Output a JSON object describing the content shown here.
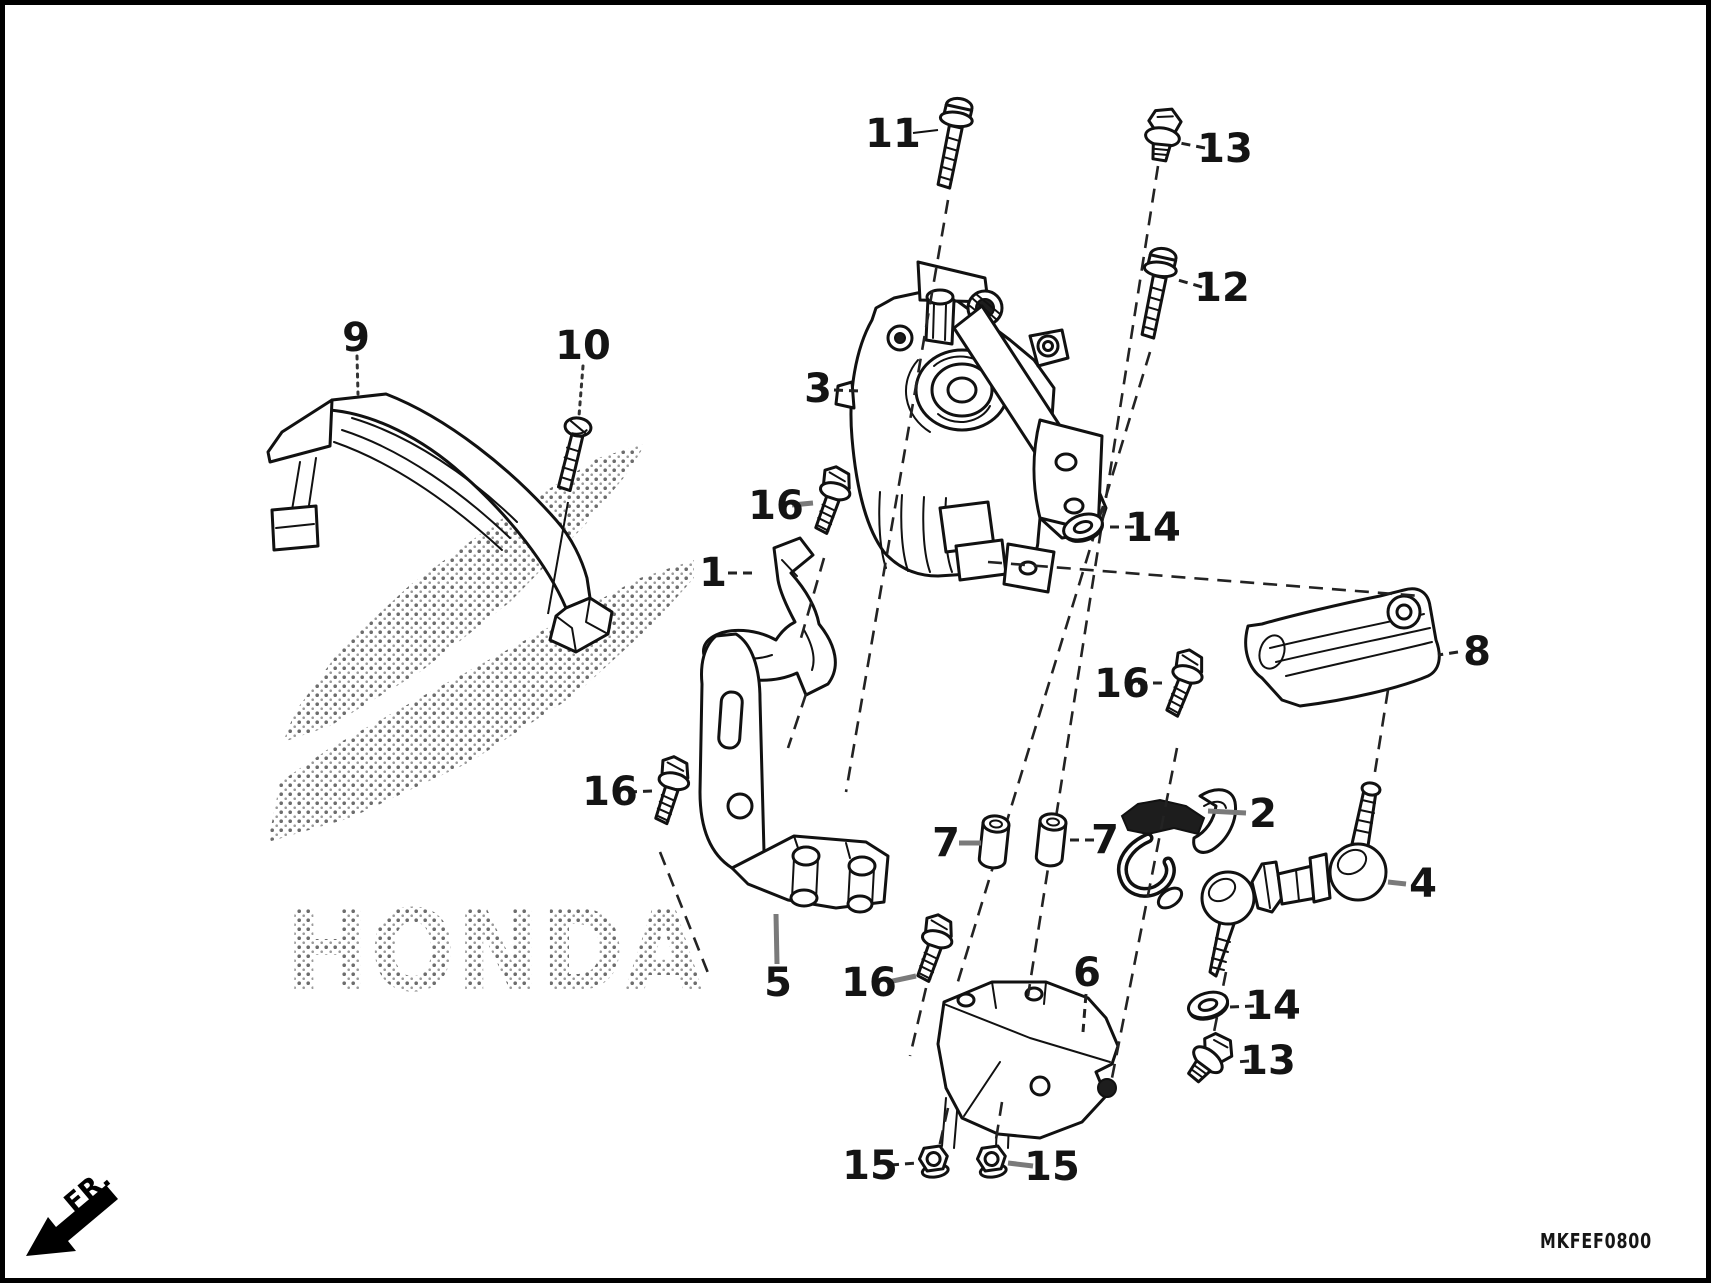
{
  "diagram": {
    "part_code": "MKFEF0800",
    "direction_label": "FR.",
    "watermark_text": "HONDA",
    "callouts": [
      {
        "ref": "9"
      },
      {
        "ref": "10"
      },
      {
        "ref": "11"
      },
      {
        "ref": "13"
      },
      {
        "ref": "12"
      },
      {
        "ref": "3"
      },
      {
        "ref": "16"
      },
      {
        "ref": "1"
      },
      {
        "ref": "14"
      },
      {
        "ref": "8"
      },
      {
        "ref": "16"
      },
      {
        "ref": "2"
      },
      {
        "ref": "7"
      },
      {
        "ref": "7"
      },
      {
        "ref": "16"
      },
      {
        "ref": "4"
      },
      {
        "ref": "5"
      },
      {
        "ref": "16"
      },
      {
        "ref": "6"
      },
      {
        "ref": "14"
      },
      {
        "ref": "13"
      },
      {
        "ref": "15"
      },
      {
        "ref": "15"
      }
    ]
  }
}
